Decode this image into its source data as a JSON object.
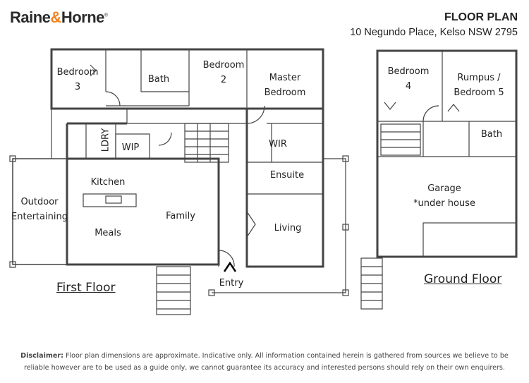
{
  "header": {
    "brand_part1": "Raine",
    "brand_amp": "&",
    "brand_part2": "Horne",
    "brand_reg": "®",
    "title": "FLOOR PLAN",
    "address": "10 Negundo Place, Kelso NSW 2795"
  },
  "colors": {
    "brand_orange": "#f58220",
    "ink": "#2a2a2a"
  },
  "first_floor": {
    "label": "First Floor",
    "rooms": {
      "bedroom3_a": "Bedroom",
      "bedroom3_b": "3",
      "bath": "Bath",
      "bedroom2_a": "Bedroom",
      "bedroom2_b": "2",
      "master_a": "Master",
      "master_b": "Bedroom",
      "ldry": "LDRY",
      "wip": "WIP",
      "wir": "WIR",
      "ensuite": "Ensuite",
      "kitchen": "Kitchen",
      "outdoor_a": "Outdoor",
      "outdoor_b": "Entertaining",
      "family": "Family",
      "meals": "Meals",
      "living": "Living",
      "entry": "Entry"
    }
  },
  "ground_floor": {
    "label": "Ground Floor",
    "rooms": {
      "bedroom4_a": "Bedroom",
      "bedroom4_b": "4",
      "rumpus_a": "Rumpus /",
      "rumpus_b": "Bedroom 5",
      "bath": "Bath",
      "garage_a": "Garage",
      "garage_b": "*under house"
    }
  },
  "disclaimer": {
    "lead": "Disclaimer:",
    "text": "Floor plan dimensions are approximate. Indicative only. All information contained herein is gathered from sources we believe to be reliable however are to be used as a guide only, we cannot guarantee its accuracy and interested persons should rely on their own enquirers."
  }
}
